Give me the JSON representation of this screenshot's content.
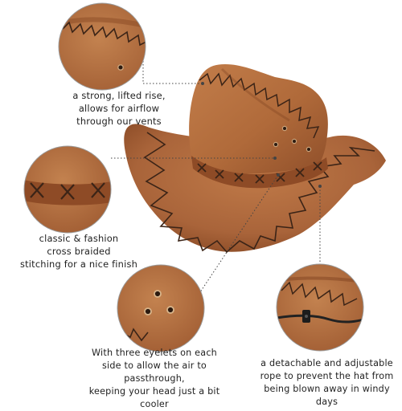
{
  "callouts": {
    "vent": "a strong, lifted rise,\nallows for airflow\nthrough our vents",
    "stitching": "classic & fashion\ncross braided\nstitching for a nice finish",
    "eyelets": "With three eyelets on each\nside to allow the air to passthrough,\nkeeping your head just a bit cooler",
    "rope": "a detachable and adjustable\nrope to prevent the hat from\nbeing blown away in windy days"
  },
  "colors": {
    "suede": "#b0683a",
    "suede_dark": "#8a4a24",
    "stitch": "#3b2417",
    "leader_line": "#444444"
  }
}
